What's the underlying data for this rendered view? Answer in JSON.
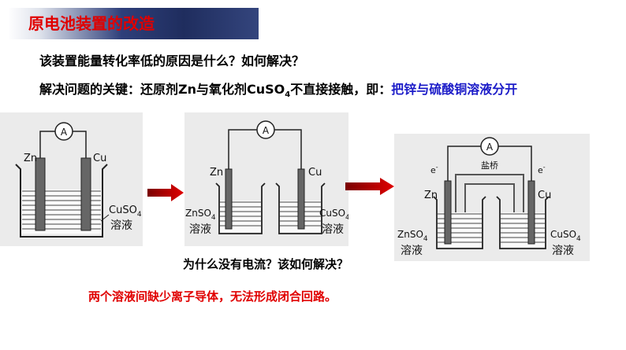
{
  "title": "原电池装置的改造",
  "question1": "该装置能量转化率低的原因是什么？如何解决？",
  "key_prefix": "解决问题的关键：还原剂Zn与氧化剂CuSO",
  "key_sub": "4",
  "key_mid": "不直接接触，即：",
  "key_highlight": "把锌与硫酸铜溶液分开",
  "question2": "为什么没有电流？该如何解决？",
  "answer2": "两个溶液间缺少离子导体，无法形成闭合回路。",
  "diagram1": {
    "ammeter": "A",
    "left_electrode": "Zn",
    "right_electrode": "Cu",
    "solution": "CuSO",
    "solution_sub": "4",
    "solution_word": "溶液"
  },
  "diagram2": {
    "ammeter": "A",
    "left_electrode": "Zn",
    "right_electrode": "Cu",
    "left_solution": "ZnSO",
    "left_solution_sub": "4",
    "right_solution": "CuSO",
    "right_solution_sub": "4",
    "solution_word": "溶液"
  },
  "diagram3": {
    "ammeter": "A",
    "electron_left": "e",
    "electron_right": "e",
    "electron_sup": "-",
    "salt_bridge": "盐桥",
    "left_electrode": "Zn",
    "right_electrode": "Cu",
    "left_solution": "ZnSO",
    "left_solution_sub": "4",
    "right_solution": "CuSO",
    "right_solution_sub": "4",
    "solution_word": "溶液"
  },
  "colors": {
    "title_red": "#e00000",
    "highlight_blue": "#1c1cc8",
    "arrow_red": "#c00000",
    "banner_navy": "#1f2d5e",
    "diagram_bg": "#ebebeb"
  }
}
